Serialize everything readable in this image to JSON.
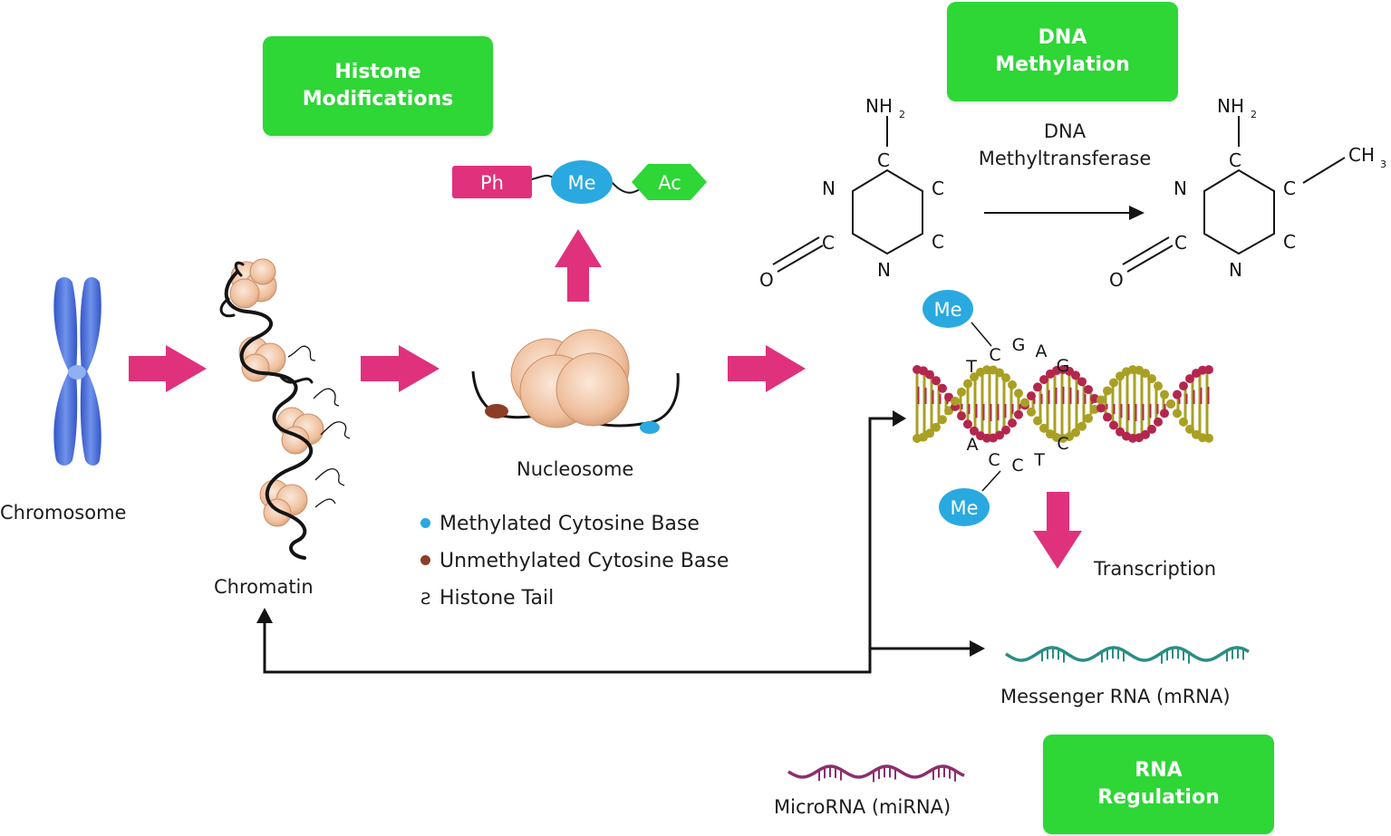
{
  "boxes": {
    "histone": [
      "Histone",
      "Modifications"
    ],
    "dna_methylation": [
      "DNA",
      "Methylation"
    ],
    "rna_regulation": [
      "RNA",
      "Regulation"
    ]
  },
  "labels": {
    "chromosome": "Chromosome",
    "chromatin": "Chromatin",
    "nucleosome": "Nucleosome",
    "transcription": "Transcription",
    "mrna": "Messenger RNA (mRNA)",
    "mirna": "MicroRNA (miRNA)",
    "enzyme": [
      "DNA",
      "Methyltransferase"
    ]
  },
  "histone_tags": {
    "ph": "Ph",
    "me": "Me",
    "ac": "Ac"
  },
  "legend": [
    {
      "text": "Methylated Cytosine Base",
      "color": "#29a9e0"
    },
    {
      "text": "Unmethylated Cytosine Base",
      "color": "#8b3e25"
    },
    {
      "text": "Histone Tail",
      "glyph": "Ƨ"
    }
  ],
  "molecule": {
    "nh2": "NH",
    "nh2_sub": "2",
    "ch3": "CH",
    "ch3_sub": "3",
    "c": "C",
    "n": "N",
    "o": "O"
  },
  "dna_strand": {
    "me_label": "Me",
    "top_bases": [
      "T",
      "C",
      "G",
      "A",
      "G"
    ],
    "bottom_bases": [
      "A",
      "C",
      "C",
      "T",
      "C"
    ]
  },
  "colors": {
    "green": "#2ed636",
    "magenta": "#e0317c",
    "blue": "#29a9e0",
    "nucleosome": "#edbb97",
    "chromosome": "#4b73d9",
    "mrna": "#2a8d84",
    "mirna": "#8c2e6e",
    "dna_red": "#b3264d",
    "dna_olive": "#a9a023"
  }
}
